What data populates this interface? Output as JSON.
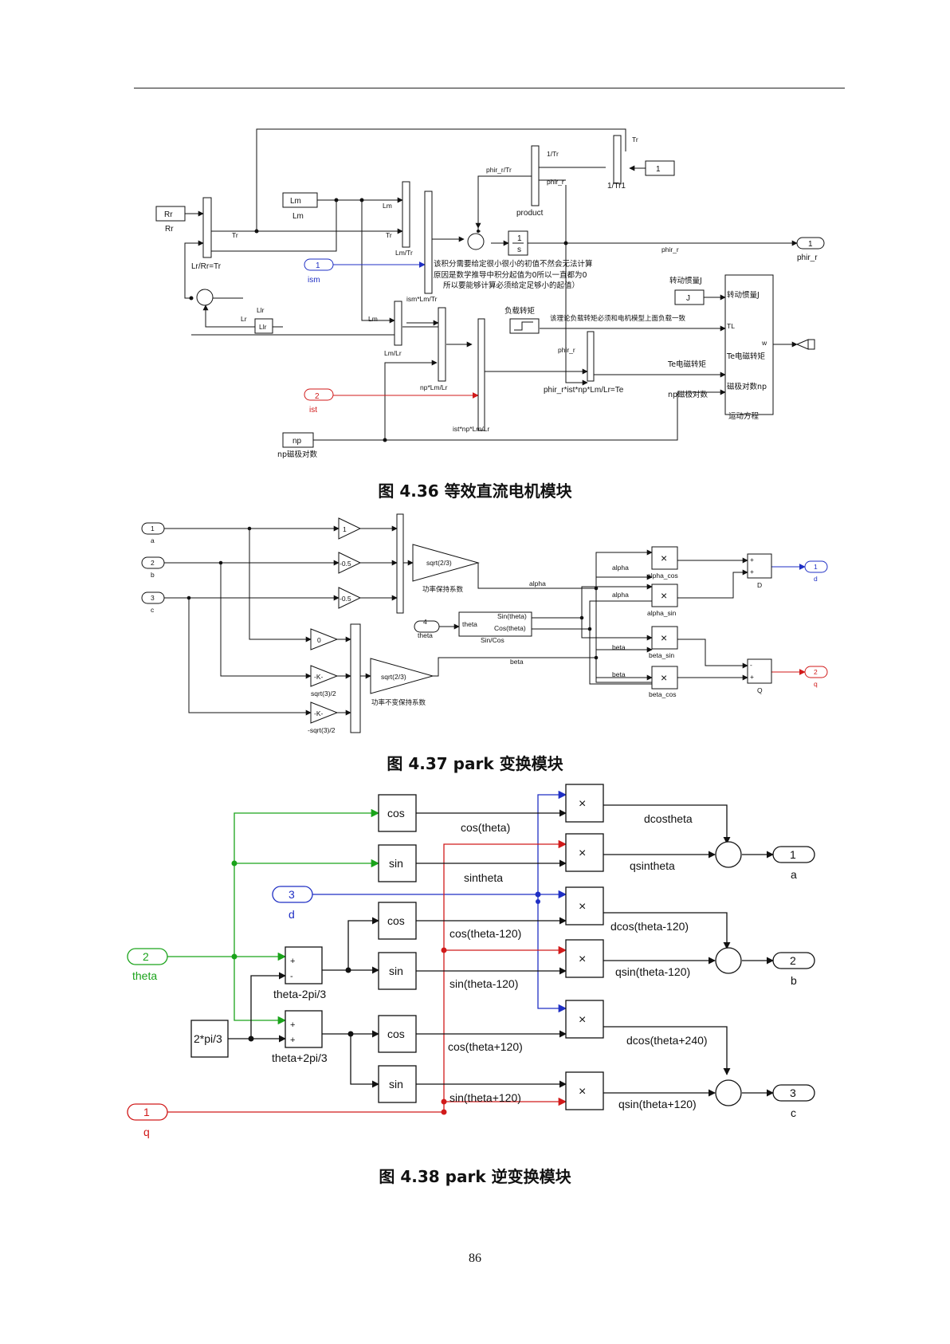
{
  "page_number": "86",
  "figures": [
    {
      "caption": "图 4.36  等效直流电机模块"
    },
    {
      "caption": "图 4.37 park 变换模块"
    },
    {
      "caption": "图 4.38 park 逆变换模块"
    }
  ],
  "fig436": {
    "blocks": {
      "rr_const": "Rr",
      "rr_label": "Rr",
      "lm_const": "Lm",
      "lm_label": "Lm",
      "j_const": "J",
      "j_label": "转动惯量J",
      "np_const": "np",
      "np_label": "np磁极对数",
      "llr_gain": "Llr",
      "llr_label": "Llr",
      "one_const": "1",
      "integrator_num": "1",
      "integrator_den": "s",
      "div_tr": "Lr/Rr=Tr",
      "div_lmtr": "Lm/Tr",
      "div_lmlr": "Lm/Lr",
      "prod_ismlmtr": "ism*Lm/Tr",
      "prod_nplmlr": "np*Lm/Lr",
      "prod_istnp": "ist*np*Lm/Lr",
      "prod_te": "phir_r*ist*np*Lm/Lr=Te",
      "product": "product",
      "div_1tr1": "1/Tr1",
      "load_label": "负载转矩",
      "motion_label": "运动方程",
      "motion_in": [
        "转动惯量J",
        "TL",
        "Te电磁转矩",
        "磁极对数np"
      ],
      "motion_out": "w"
    },
    "ports": {
      "in1": "1",
      "in1_name": "ism",
      "in2": "2",
      "in2_name": "ist",
      "out1": "1",
      "out1_name": "phir_r"
    },
    "signals": {
      "tr": "Tr",
      "tr2": "Tr",
      "tr3": "Tr",
      "lm1": "Lm",
      "lm2": "Lm",
      "lr": "Lr",
      "phir_r_tr": "phir_r/Tr",
      "one_tr": "1/Tr",
      "phir_r_a": "phir_r",
      "phir_r_b": "phir_r",
      "phir_r_c": "phir_r",
      "te": "Te电磁转矩",
      "npcj": "np磁极对数"
    },
    "notes": [
      "该积分需要给定很小很小的初值不然会无法计算",
      "原因是数学推导中积分起值为0所以一直都为0",
      "所以要能够计算必须给定足够小的起值）"
    ],
    "note_load": "该理论负载转矩必须和电机模型上面负载一致"
  },
  "fig437": {
    "ports_in": [
      {
        "num": "1",
        "name": "a"
      },
      {
        "num": "2",
        "name": "b"
      },
      {
        "num": "3",
        "name": "c"
      },
      {
        "num": "4",
        "name": "theta"
      }
    ],
    "ports_out": [
      {
        "num": "1",
        "name": "d"
      },
      {
        "num": "2",
        "name": "q"
      }
    ],
    "gains_top": [
      "1",
      "-0.5",
      "-0.5"
    ],
    "gains_bottom": [
      "0",
      "-K-",
      "-K-"
    ],
    "gain_bottom_labels": [
      "sqrt(3)/2",
      "-sqrt(3)/2"
    ],
    "sqrt_gain": "sqrt(2/3)",
    "power_label_1": "功率保持系数",
    "power_label_2": "功率不变保持系数",
    "sincos": {
      "in": "theta",
      "out1": "Sin(theta)",
      "out2": "Cos(theta)",
      "name": "Sin/Cos"
    },
    "signals": {
      "alpha": "alpha",
      "beta": "beta"
    },
    "products": [
      {
        "in": "alpha",
        "name": "alpha_cos"
      },
      {
        "in": "alpha",
        "name": "alpha_sin"
      },
      {
        "in": "beta",
        "name": "beta_sin"
      },
      {
        "in": "beta",
        "name": "beta_cos"
      }
    ],
    "sums": [
      {
        "name": "D"
      },
      {
        "name": "Q"
      }
    ],
    "times": "×"
  },
  "fig438": {
    "inputs": [
      {
        "num": "3",
        "name": "d",
        "color": "#1f2fc4"
      },
      {
        "num": "2",
        "name": "theta",
        "color": "#1aa31a"
      },
      {
        "num": "1",
        "name": "q",
        "color": "#d11a1a"
      }
    ],
    "outputs": [
      {
        "num": "1",
        "name": "a"
      },
      {
        "num": "2",
        "name": "b"
      },
      {
        "num": "3",
        "name": "c"
      }
    ],
    "trig": [
      "cos",
      "sin",
      "cos",
      "sin",
      "cos",
      "sin"
    ],
    "trig_signals": [
      "cos(theta)",
      "sintheta",
      "cos(theta-120)",
      "sin(theta-120)",
      "cos(theta+120)",
      "sin(theta+120)"
    ],
    "product_signals": [
      "dcostheta",
      "qsintheta",
      "dcos(theta-120)",
      "qsin(theta-120)",
      "dcos(theta+240)",
      "qsin(theta+120)"
    ],
    "const": "2*pi/3",
    "sum_names": [
      "theta-2pi/3",
      "theta+2pi/3"
    ],
    "times": "×"
  },
  "colors": {
    "green": "#1aa31a",
    "blue": "#1f2fc4",
    "red": "#d11a1a",
    "line": "#111111"
  }
}
